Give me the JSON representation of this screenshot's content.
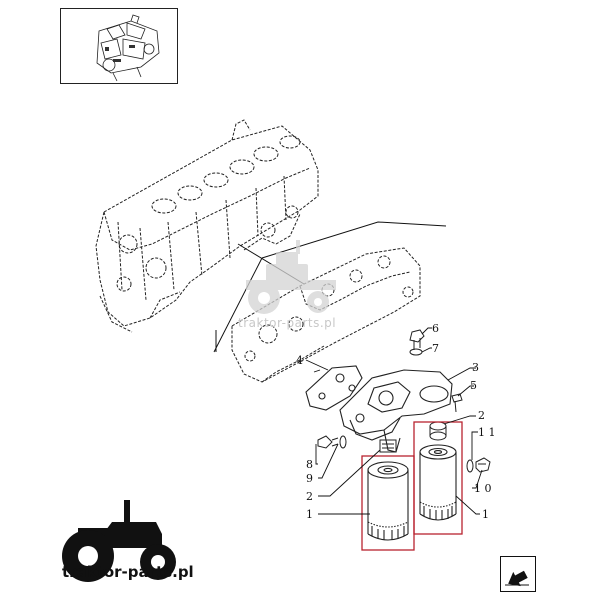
{
  "watermark_text": "traktor-parts.pl",
  "brand_text": "traktor-parts.pl",
  "icons": {
    "logo": "tractor-logo-icon",
    "watermark": "tractor-watermark-icon",
    "nav": "next-page-arrow-icon",
    "thumbnail": "engine-thumbnail-icon"
  },
  "colors": {
    "highlight": "#b8232f",
    "ink": "#111111",
    "watermark": "#d0d0d0"
  },
  "callouts": {
    "c3": "3",
    "c4": "4",
    "c5": "5",
    "c6": "6",
    "c7": "7",
    "c2_right": "2",
    "c11": "1 1",
    "c8": "8",
    "c9": "9",
    "c2_left": "2",
    "c10": "1 0",
    "c1_left": "1",
    "c1_right": "1"
  }
}
